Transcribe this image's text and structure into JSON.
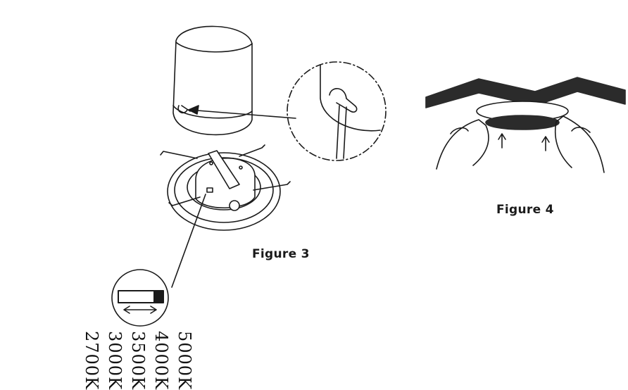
{
  "figures": [
    {
      "id": "figure-3",
      "caption": "Figure 3"
    },
    {
      "id": "figure-4",
      "caption": "Figure 4"
    }
  ],
  "color_temperatures": [
    "5000K",
    "4000K",
    "3500K",
    "3000K",
    "2700K"
  ],
  "colors": {
    "ink": "#1a1a1a",
    "background": "#ffffff",
    "dark_fill": "#2b2b2b"
  }
}
